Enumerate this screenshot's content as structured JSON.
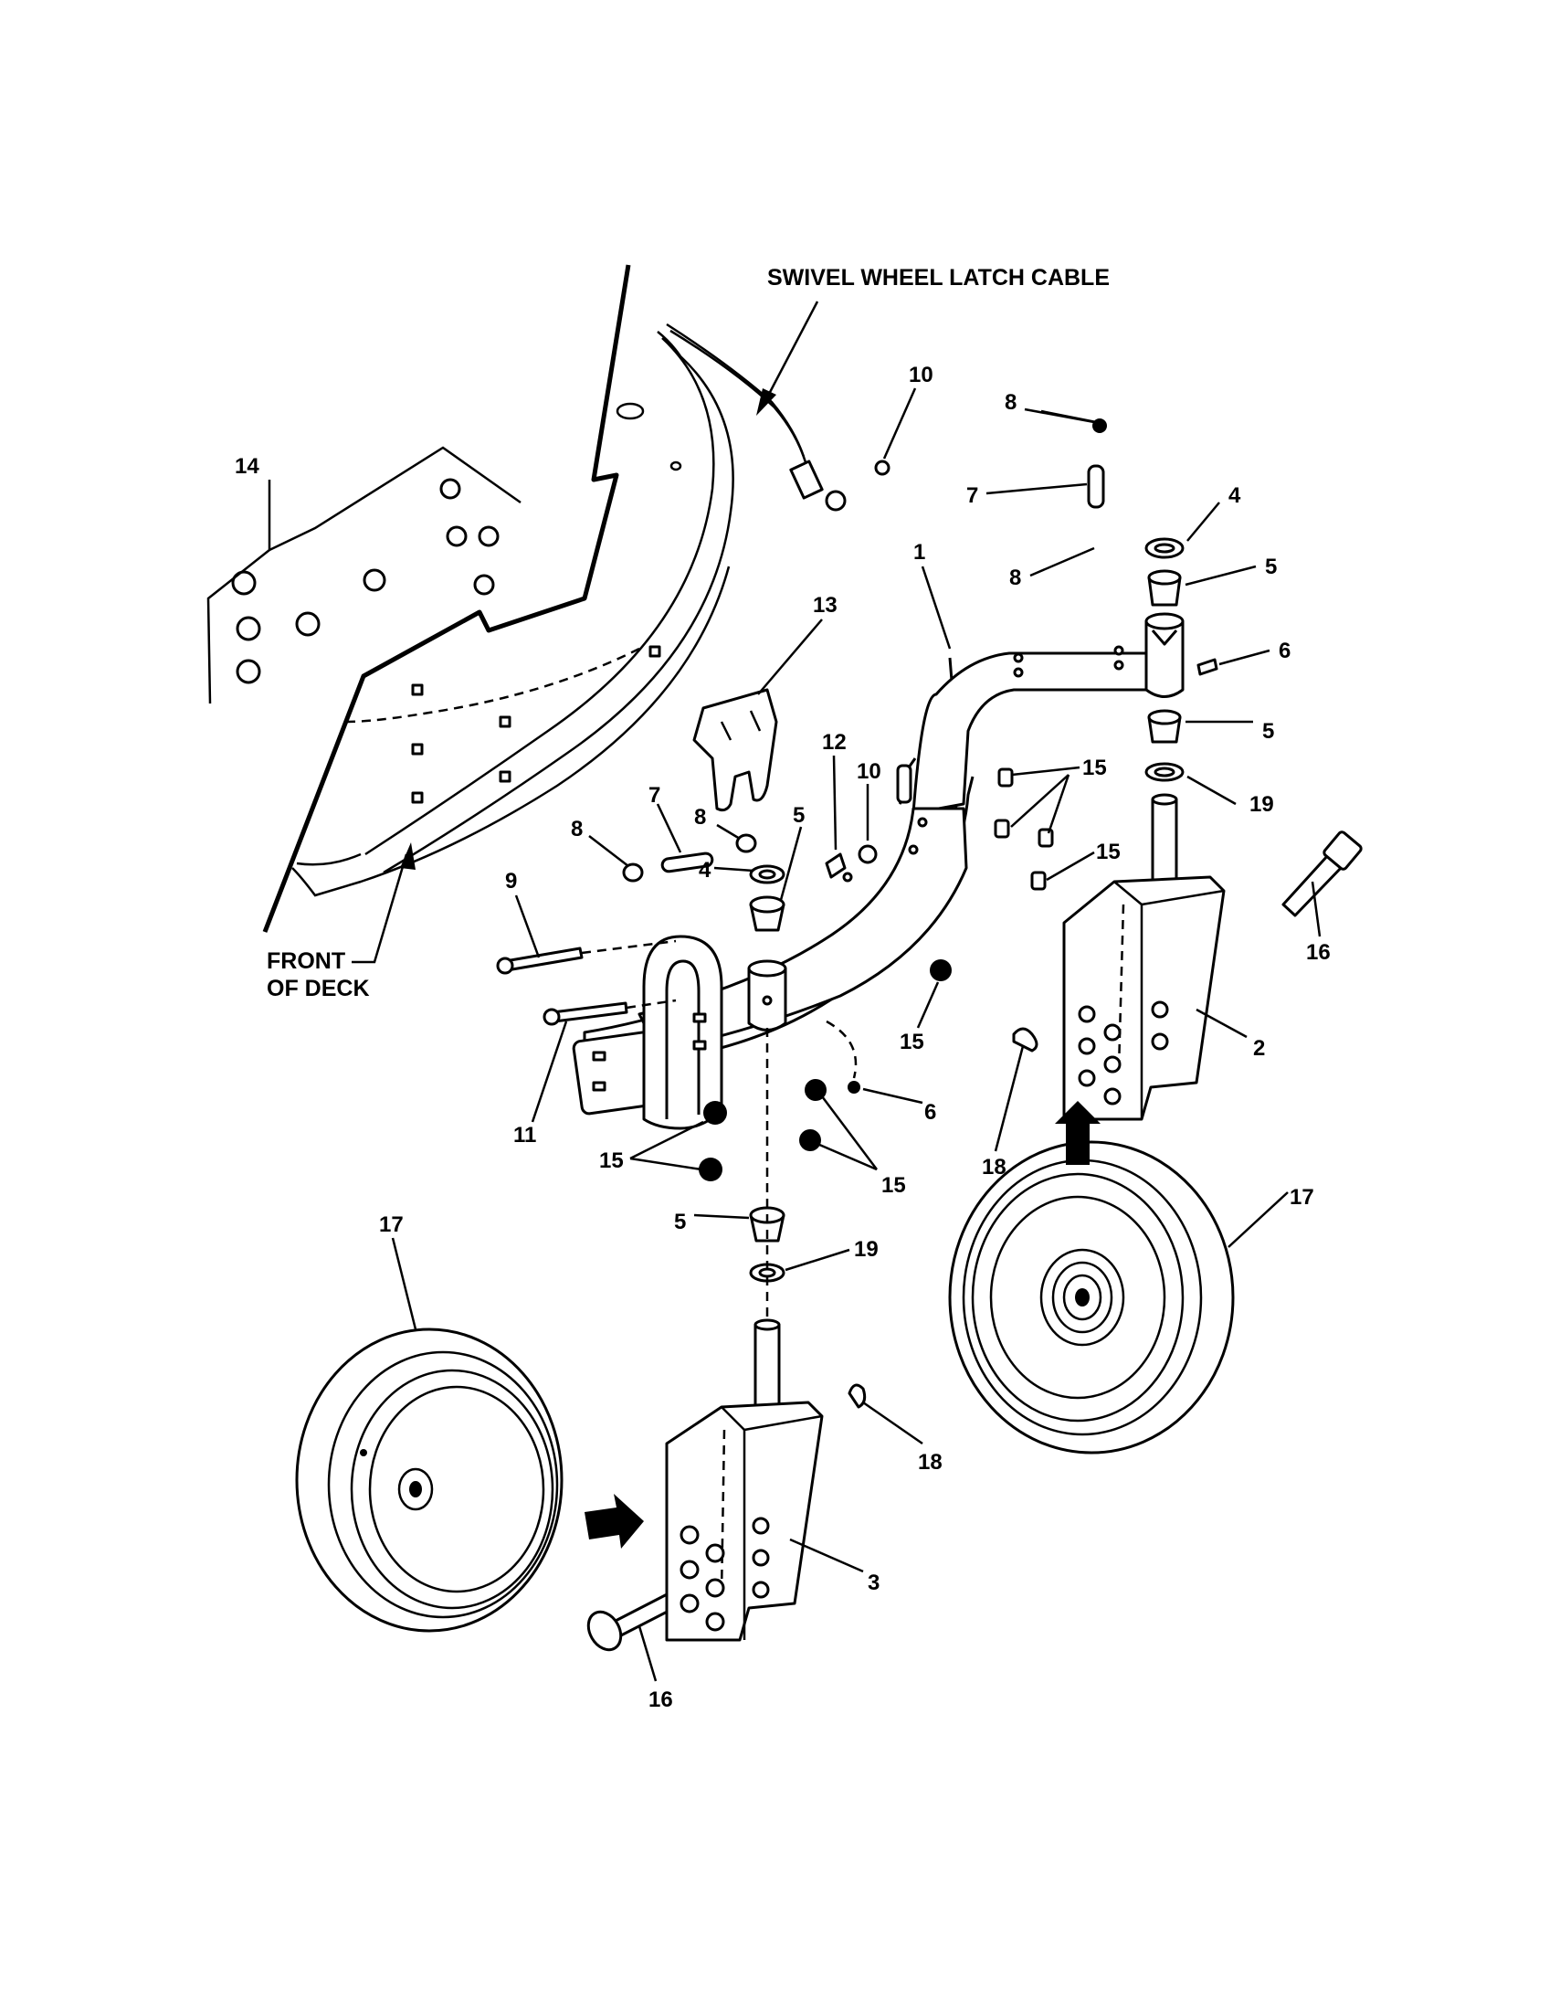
{
  "captions": {
    "swivel_cable": "SWIVEL WHEEL LATCH CABLE",
    "front_line1": "FRONT",
    "front_line2": "OF DECK"
  },
  "labels": {
    "p1": "1",
    "p2": "2",
    "p3": "3",
    "p4a": "4",
    "p4b": "4",
    "p5a": "5",
    "p5b": "5",
    "p5c": "5",
    "p5d": "5",
    "p6a": "6",
    "p6b": "6",
    "p7a": "7",
    "p7b": "7",
    "p8a": "8",
    "p8b": "8",
    "p8c": "8",
    "p8d": "8",
    "p9": "9",
    "p10a": "10",
    "p10b": "10",
    "p11": "11",
    "p12": "12",
    "p13": "13",
    "p14": "14",
    "p15a": "15",
    "p15b": "15",
    "p15c": "15",
    "p15d": "15",
    "p15e": "15",
    "p16a": "16",
    "p16b": "16",
    "p17a": "17",
    "p17b": "17",
    "p18a": "18",
    "p18b": "18",
    "p19a": "19",
    "p19b": "19"
  },
  "colors": {
    "ink": "#000000",
    "paper": "#ffffff"
  }
}
